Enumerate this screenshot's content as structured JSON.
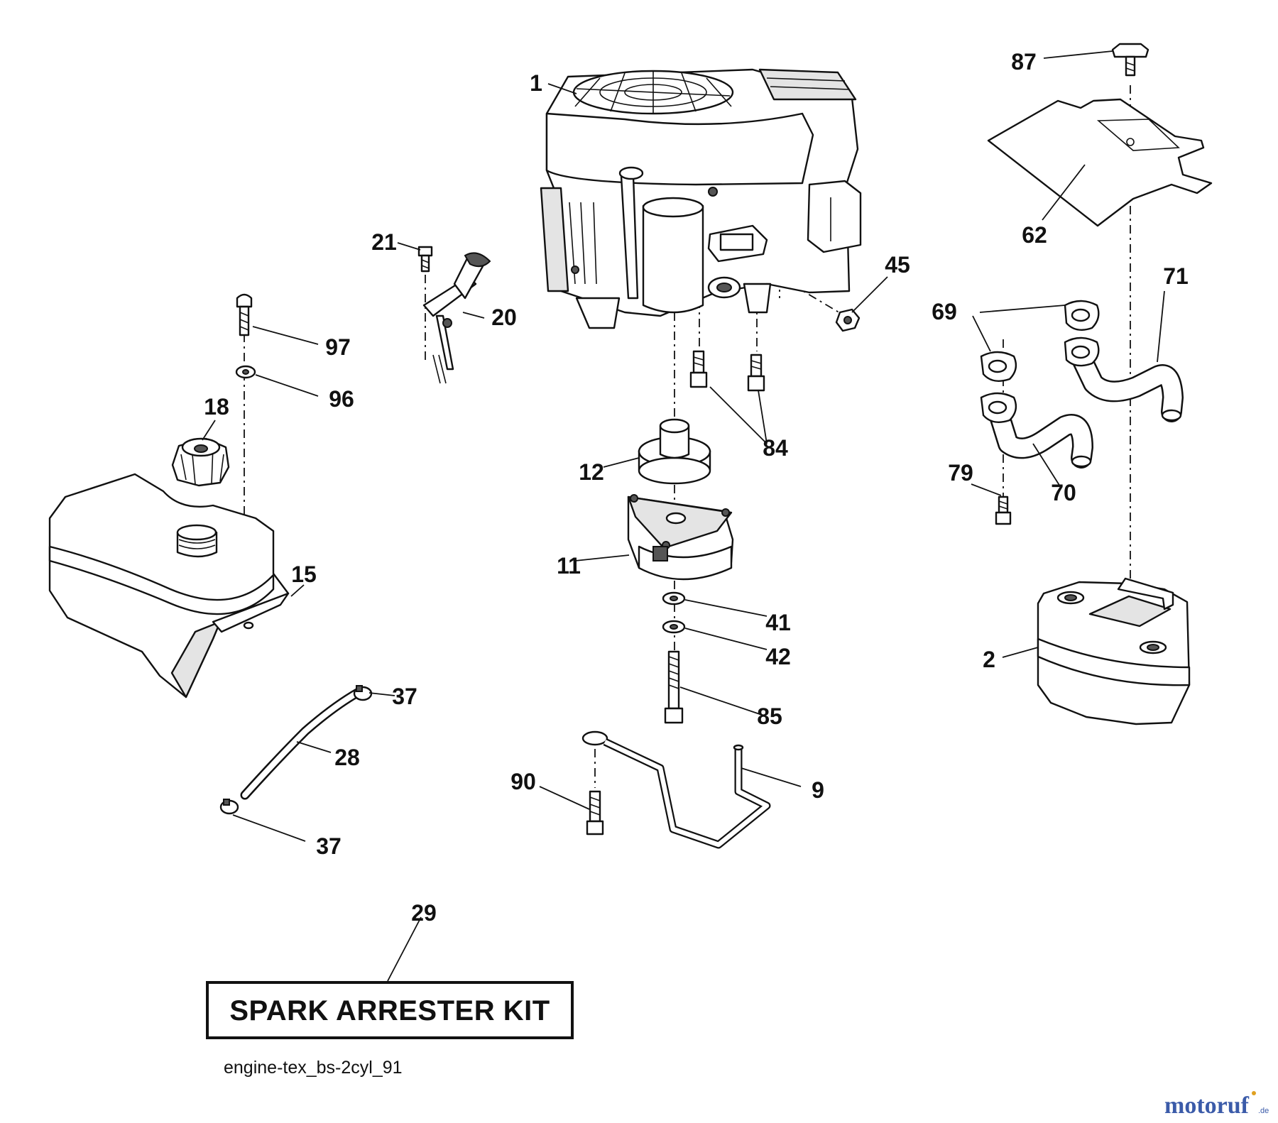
{
  "diagram": {
    "callouts": [
      {
        "id": "p1",
        "label": "1"
      },
      {
        "id": "p87",
        "label": "87"
      },
      {
        "id": "p62",
        "label": "62"
      },
      {
        "id": "p21",
        "label": "21"
      },
      {
        "id": "p20",
        "label": "20"
      },
      {
        "id": "p45",
        "label": "45"
      },
      {
        "id": "p71",
        "label": "71"
      },
      {
        "id": "p69",
        "label": "69"
      },
      {
        "id": "p97",
        "label": "97"
      },
      {
        "id": "p96",
        "label": "96"
      },
      {
        "id": "p84",
        "label": "84"
      },
      {
        "id": "p18",
        "label": "18"
      },
      {
        "id": "p12",
        "label": "12"
      },
      {
        "id": "p79",
        "label": "79"
      },
      {
        "id": "p70",
        "label": "70"
      },
      {
        "id": "p15",
        "label": "15"
      },
      {
        "id": "p11",
        "label": "11"
      },
      {
        "id": "p41",
        "label": "41"
      },
      {
        "id": "p42",
        "label": "42"
      },
      {
        "id": "p2",
        "label": "2"
      },
      {
        "id": "p37a",
        "label": "37"
      },
      {
        "id": "p85",
        "label": "85"
      },
      {
        "id": "p28",
        "label": "28"
      },
      {
        "id": "p90",
        "label": "90"
      },
      {
        "id": "p9",
        "label": "9"
      },
      {
        "id": "p37b",
        "label": "37"
      },
      {
        "id": "p29",
        "label": "29"
      }
    ],
    "kit_label": "SPARK ARRESTER KIT",
    "caption": "engine-tex_bs-2cyl_91"
  },
  "watermark": {
    "brand": "motoruf",
    "tld": ".de",
    "colors": {
      "primary": "#3b5ba9",
      "accent": "#e0a020"
    }
  }
}
